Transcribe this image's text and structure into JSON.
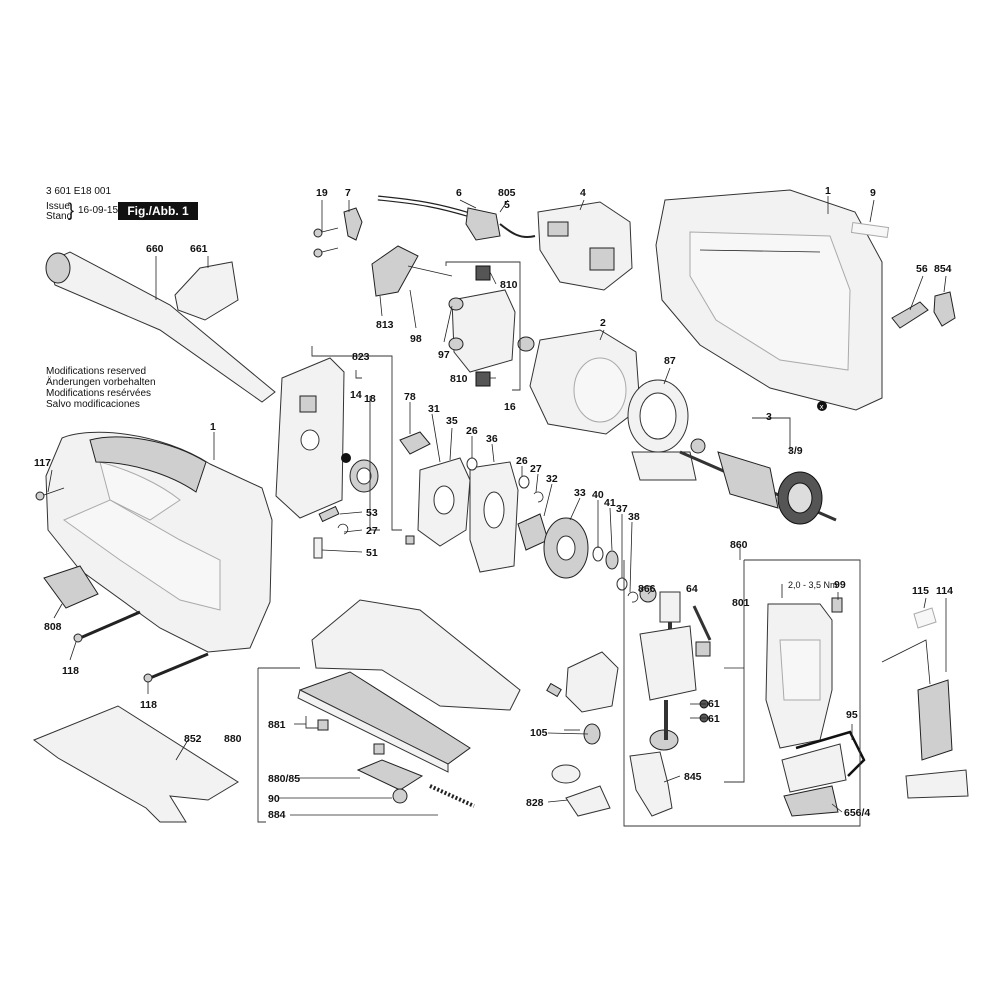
{
  "header": {
    "doc_number": "3 601 E18 001",
    "issue_label": "Issue",
    "stand_label": "Stand",
    "date": "16-09-15",
    "figure_label": "Fig./Abb. 1"
  },
  "notes": [
    "Modifications reserved",
    "Änderungen vorbehalten",
    "Modifications resérvées",
    "Salvo modificaciones"
  ],
  "part_labels": {
    "p19": "19",
    "p7": "7",
    "p6": "6",
    "p805": "805",
    "p5": "5",
    "p4": "4",
    "p1_top": "1",
    "p9": "9",
    "p660": "660",
    "p661": "661",
    "p810_a": "810",
    "p813": "813",
    "p98": "98",
    "p97": "97",
    "p810_b": "810",
    "p16": "16",
    "p2": "2",
    "p56": "56",
    "p854": "854",
    "p823": "823",
    "p14": "14",
    "p18": "18",
    "p87": "87",
    "p78": "78",
    "p31": "31",
    "p35": "35",
    "p26_a": "26",
    "p36": "36",
    "p3": "3",
    "p3_9": "3/9",
    "p1_left": "1",
    "p117": "117",
    "p26_b": "26",
    "p27_a": "27",
    "p32": "32",
    "p53": "53",
    "p27_b": "27",
    "p51": "51",
    "p33": "33",
    "p40": "40",
    "p41": "41",
    "p37": "37",
    "p38": "38",
    "p860": "860",
    "p866": "866",
    "p64": "64",
    "p801": "801",
    "range": "2,0 - 3,5 Nm",
    "p99": "99",
    "p115": "115",
    "p114": "114",
    "p808": "808",
    "p118_a": "118",
    "p118_b": "118",
    "p881": "881",
    "p880": "880",
    "p852": "852",
    "p880_85": "880/85",
    "p90": "90",
    "p884": "884",
    "p61_a": "61",
    "p61_b": "61",
    "p105": "105",
    "p95": "95",
    "p845": "845",
    "p828": "828",
    "p656_4": "656/4"
  },
  "icons": [
    "x-marker-icon"
  ]
}
